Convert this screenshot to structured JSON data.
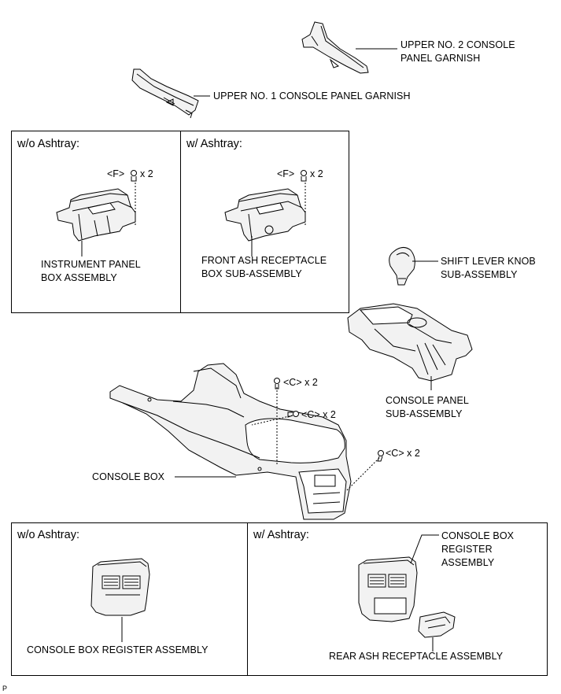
{
  "boxes": {
    "top_left_title": "w/o Ashtray:",
    "top_right_title": "w/ Ashtray:",
    "bottom_left_title": "w/o Ashtray:",
    "bottom_right_title": "w/ Ashtray:"
  },
  "labels": {
    "upper_no2_line1": "UPPER NO. 2 CONSOLE",
    "upper_no2_line2": "PANEL GARNISH",
    "upper_no1": "UPPER NO. 1 CONSOLE PANEL GARNISH",
    "instrument_panel_line1": "INSTRUMENT PANEL",
    "instrument_panel_line2": "BOX ASSEMBLY",
    "front_ash_line1": "FRONT ASH RECEPTACLE",
    "front_ash_line2": "BOX SUB-ASSEMBLY",
    "shift_knob_line1": "SHIFT LEVER KNOB",
    "shift_knob_line2": "SUB-ASSEMBLY",
    "console_panel_line1": "CONSOLE PANEL",
    "console_panel_line2": "SUB-ASSEMBLY",
    "console_box": "CONSOLE BOX",
    "register_wo": "CONSOLE BOX REGISTER ASSEMBLY",
    "register_w_line1": "CONSOLE BOX",
    "register_w_line2": "REGISTER",
    "register_w_line3": "ASSEMBLY",
    "rear_ash": "REAR ASH RECEPTACLE ASSEMBLY"
  },
  "fasteners": {
    "f_left": "<F>",
    "f_left_qty": "x 2",
    "f_right": "<F>",
    "f_right_qty": "x 2",
    "c_top": "<C> x 2",
    "c_mid": "<C> x 2",
    "c_right": "<C> x 2"
  },
  "corner_code": "P"
}
